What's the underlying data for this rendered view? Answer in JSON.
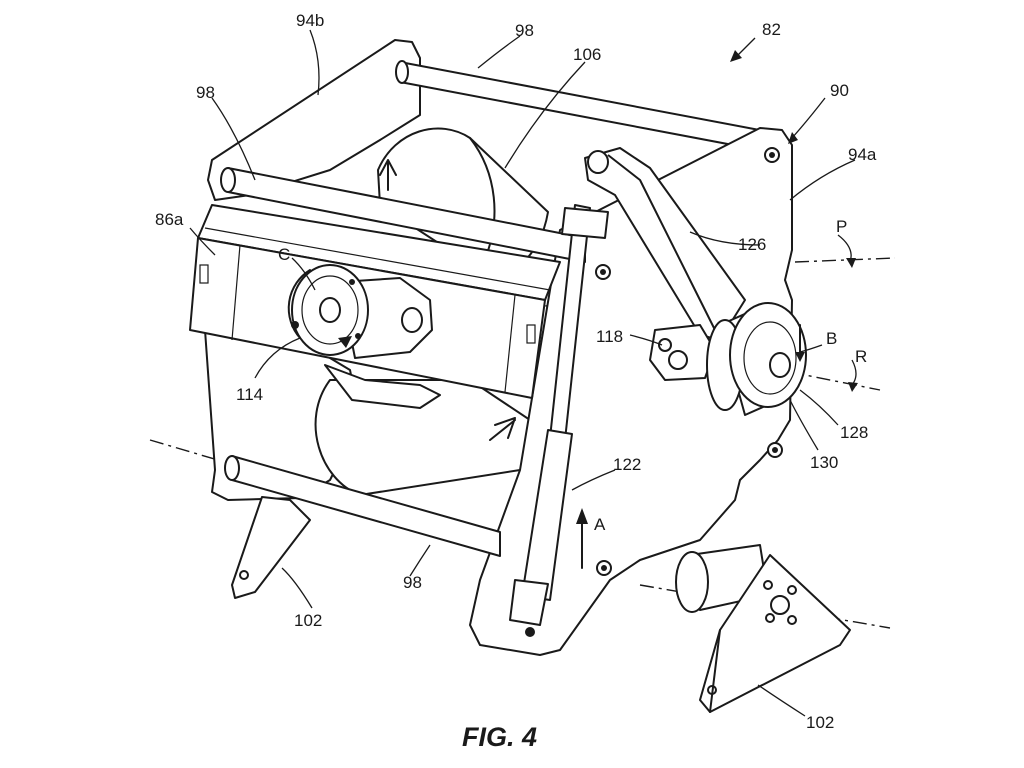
{
  "figure": {
    "caption": "FIG. 4",
    "labels": {
      "l82": "82",
      "l90": "90",
      "l94a": "94a",
      "l94b": "94b",
      "l98_top": "98",
      "l98_left": "98",
      "l98_bottom": "98",
      "l106": "106",
      "l86a": "86a",
      "lC": "C",
      "l114": "114",
      "l126": "126",
      "lP": "P",
      "l118": "118",
      "lB": "B",
      "lR": "R",
      "l128": "128",
      "l130": "130",
      "l122": "122",
      "lA": "A",
      "l102_left": "102",
      "l102_right": "102"
    }
  }
}
